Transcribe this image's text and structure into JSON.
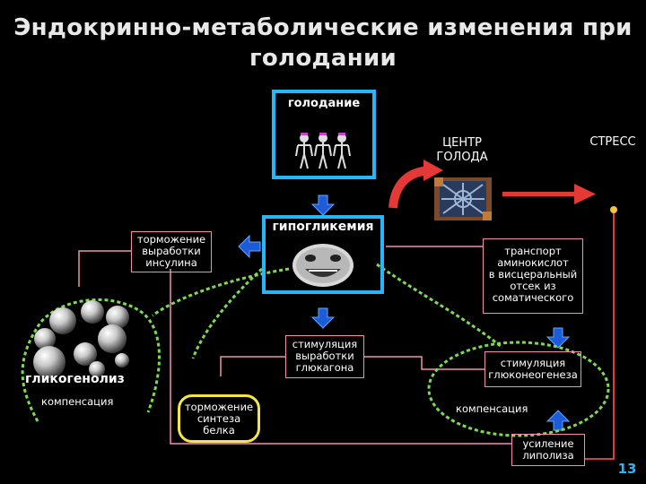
{
  "title": "Эндокринно-метаболические изменения при голодании",
  "nodes": {
    "starvation": "голодание",
    "hunger_center": "ЦЕНТР\nГОЛОДА",
    "stress": "СТРЕСС",
    "hypoglycemia": "гипогликемия",
    "insulin_inhibition": "торможение\nвыработки\nинсулина",
    "amino_transport": "транспорт\nаминокислот\nв висцеральный\nотсек из\nсоматического",
    "glucagon_stimulation": "стимуляция\nвыработки\nглюкагона",
    "gluconeogenesis": "стимуляция\nглюконеогенеза",
    "glycogenolysis": "гликогенолиз",
    "compensation_left": "компенсация",
    "protein_inhibition": "торможение\nсинтеза\nбелка",
    "compensation_right": "компенсация",
    "lipolysis": "усиление\nлиполиза"
  },
  "slide_number": "13",
  "colors": {
    "cyan_border": "#29b6f6",
    "pink_line": "#f48fb1",
    "green_dashed": "#7ed957",
    "yellow_border": "#f5e642",
    "red": "#e53935",
    "blue_arrow": "#1e5bd8"
  }
}
